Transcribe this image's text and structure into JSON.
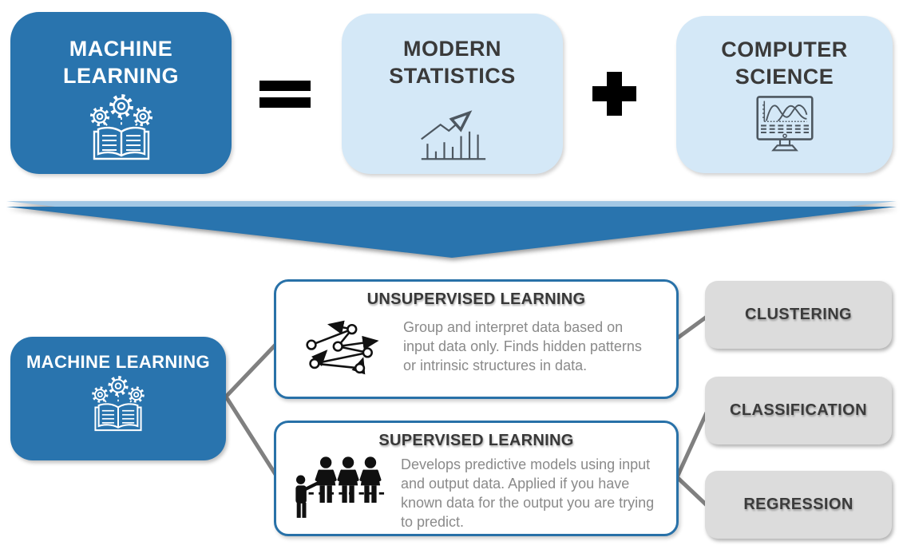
{
  "equation": {
    "machine_learning_label": "MACHINE LEARNING",
    "equals_symbol": "=",
    "modern_statistics_label": "MODERN STATISTICS",
    "plus_symbol": "+",
    "computer_science_label": "COMPUTER SCIENCE"
  },
  "tree": {
    "root_label": "MACHINE LEARNING",
    "branches": [
      {
        "title": "UNSUPERVISED LEARNING",
        "description": "Group and interpret data based on input data only. Finds hidden patterns or intrinsic structures in data.",
        "outputs": [
          "CLUSTERING"
        ]
      },
      {
        "title": "SUPERVISED LEARNING",
        "description": "Develops predictive models using input and output data. Applied if you have known data for the output you are trying to predict.",
        "outputs": [
          "CLASSIFICATION",
          "REGRESSION"
        ]
      }
    ]
  },
  "icons": {
    "machine_learning": "open-book-with-gears-icon",
    "modern_statistics": "bar-chart-rising-arrow-icon",
    "computer_science": "monitor-sine-waves-icon",
    "unsupervised": "scatter-nodes-arrows-icon",
    "supervised": "teacher-with-students-icon"
  },
  "colors": {
    "primary_blue": "#2974AE",
    "light_blue": "#D4E8F7",
    "border_blue": "#2871A8",
    "output_gray": "#DCDCDC",
    "connector_gray": "#808080",
    "heading_dark": "#3A3A3A",
    "body_gray": "#8A8A8A"
  }
}
